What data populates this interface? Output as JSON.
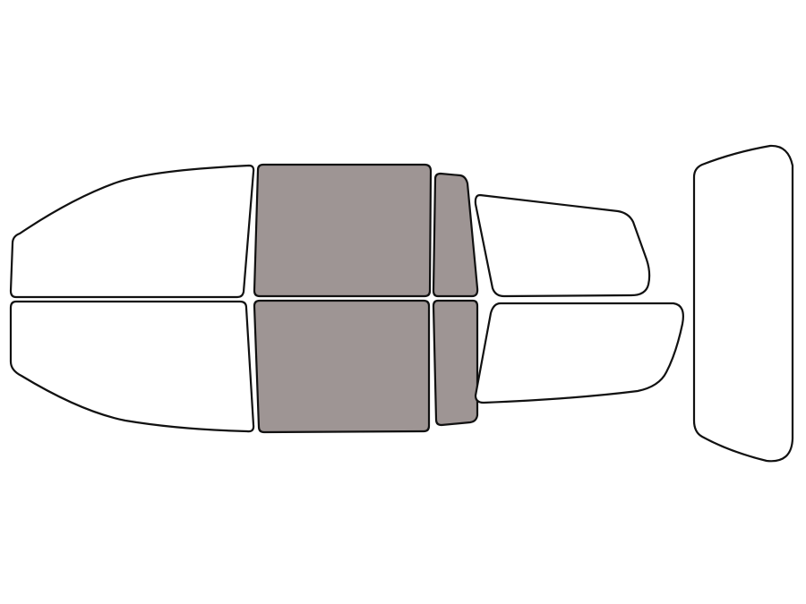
{
  "colors": {
    "background": "#ffffff",
    "outline": "#111111",
    "untinted_fill": "#ffffff",
    "tinted_fill": "#9e9594"
  },
  "panes": [
    {
      "name": "windshield-top-pane",
      "tinted": false
    },
    {
      "name": "windshield-bottom-pane",
      "tinted": false
    },
    {
      "name": "front-door-window-top",
      "tinted": true
    },
    {
      "name": "front-door-window-bottom",
      "tinted": true
    },
    {
      "name": "front-vent-window-top",
      "tinted": true
    },
    {
      "name": "front-vent-window-bottom",
      "tinted": true
    },
    {
      "name": "rear-door-window-top",
      "tinted": false
    },
    {
      "name": "rear-door-window-bottom",
      "tinted": false
    },
    {
      "name": "back-window",
      "tinted": false
    }
  ]
}
